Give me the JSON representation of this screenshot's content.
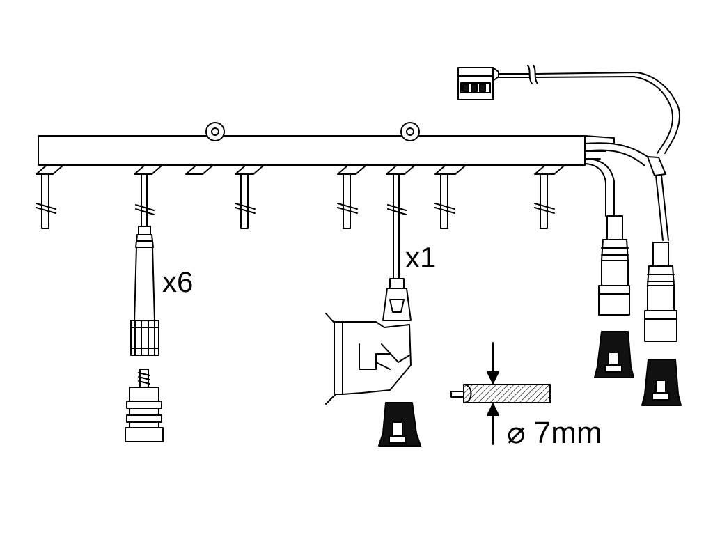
{
  "labels": {
    "qty_left": "x6",
    "qty_right": "x1",
    "diameter": "⌀ 7mm"
  },
  "colors": {
    "line": "#000000",
    "background": "#ffffff",
    "fill": "#111111"
  }
}
